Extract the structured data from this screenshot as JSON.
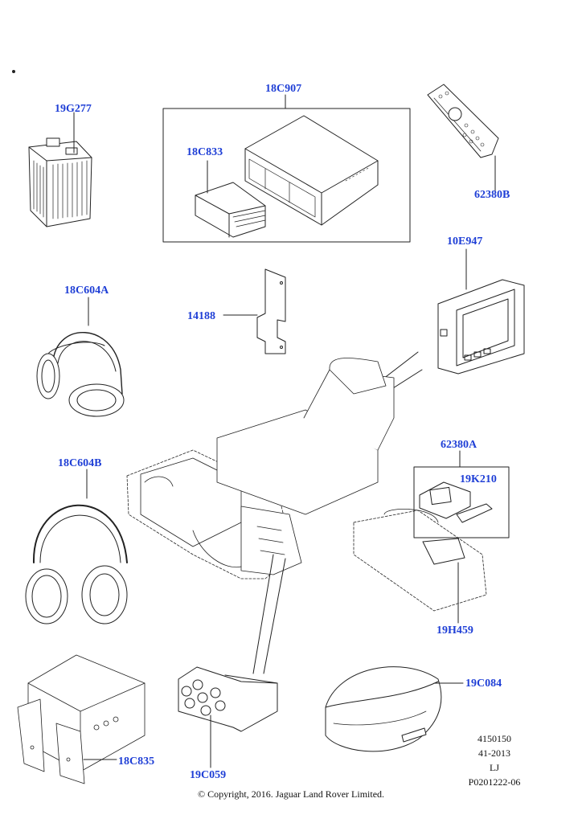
{
  "parts": [
    {
      "id": "p-19g277",
      "label": "19G277"
    },
    {
      "id": "p-18c907",
      "label": "18C907"
    },
    {
      "id": "p-18c833",
      "label": "18C833"
    },
    {
      "id": "p-62380b",
      "label": "62380B"
    },
    {
      "id": "p-10e947",
      "label": "10E947"
    },
    {
      "id": "p-18c604a",
      "label": "18C604A"
    },
    {
      "id": "p-14188",
      "label": "14188"
    },
    {
      "id": "p-62380a",
      "label": "62380A"
    },
    {
      "id": "p-19k210",
      "label": "19K210"
    },
    {
      "id": "p-18c604b",
      "label": "18C604B"
    },
    {
      "id": "p-19h459",
      "label": "19H459"
    },
    {
      "id": "p-19c084",
      "label": "19C084"
    },
    {
      "id": "p-18c835",
      "label": "18C835"
    },
    {
      "id": "p-19c059",
      "label": "19C059"
    }
  ],
  "meta": {
    "line1": "4150150",
    "line2": "41-2013",
    "line3": "LJ",
    "line4": "P0201222-06"
  },
  "copyright": "© Copyright, 2016. Jaguar Land Rover Limited."
}
